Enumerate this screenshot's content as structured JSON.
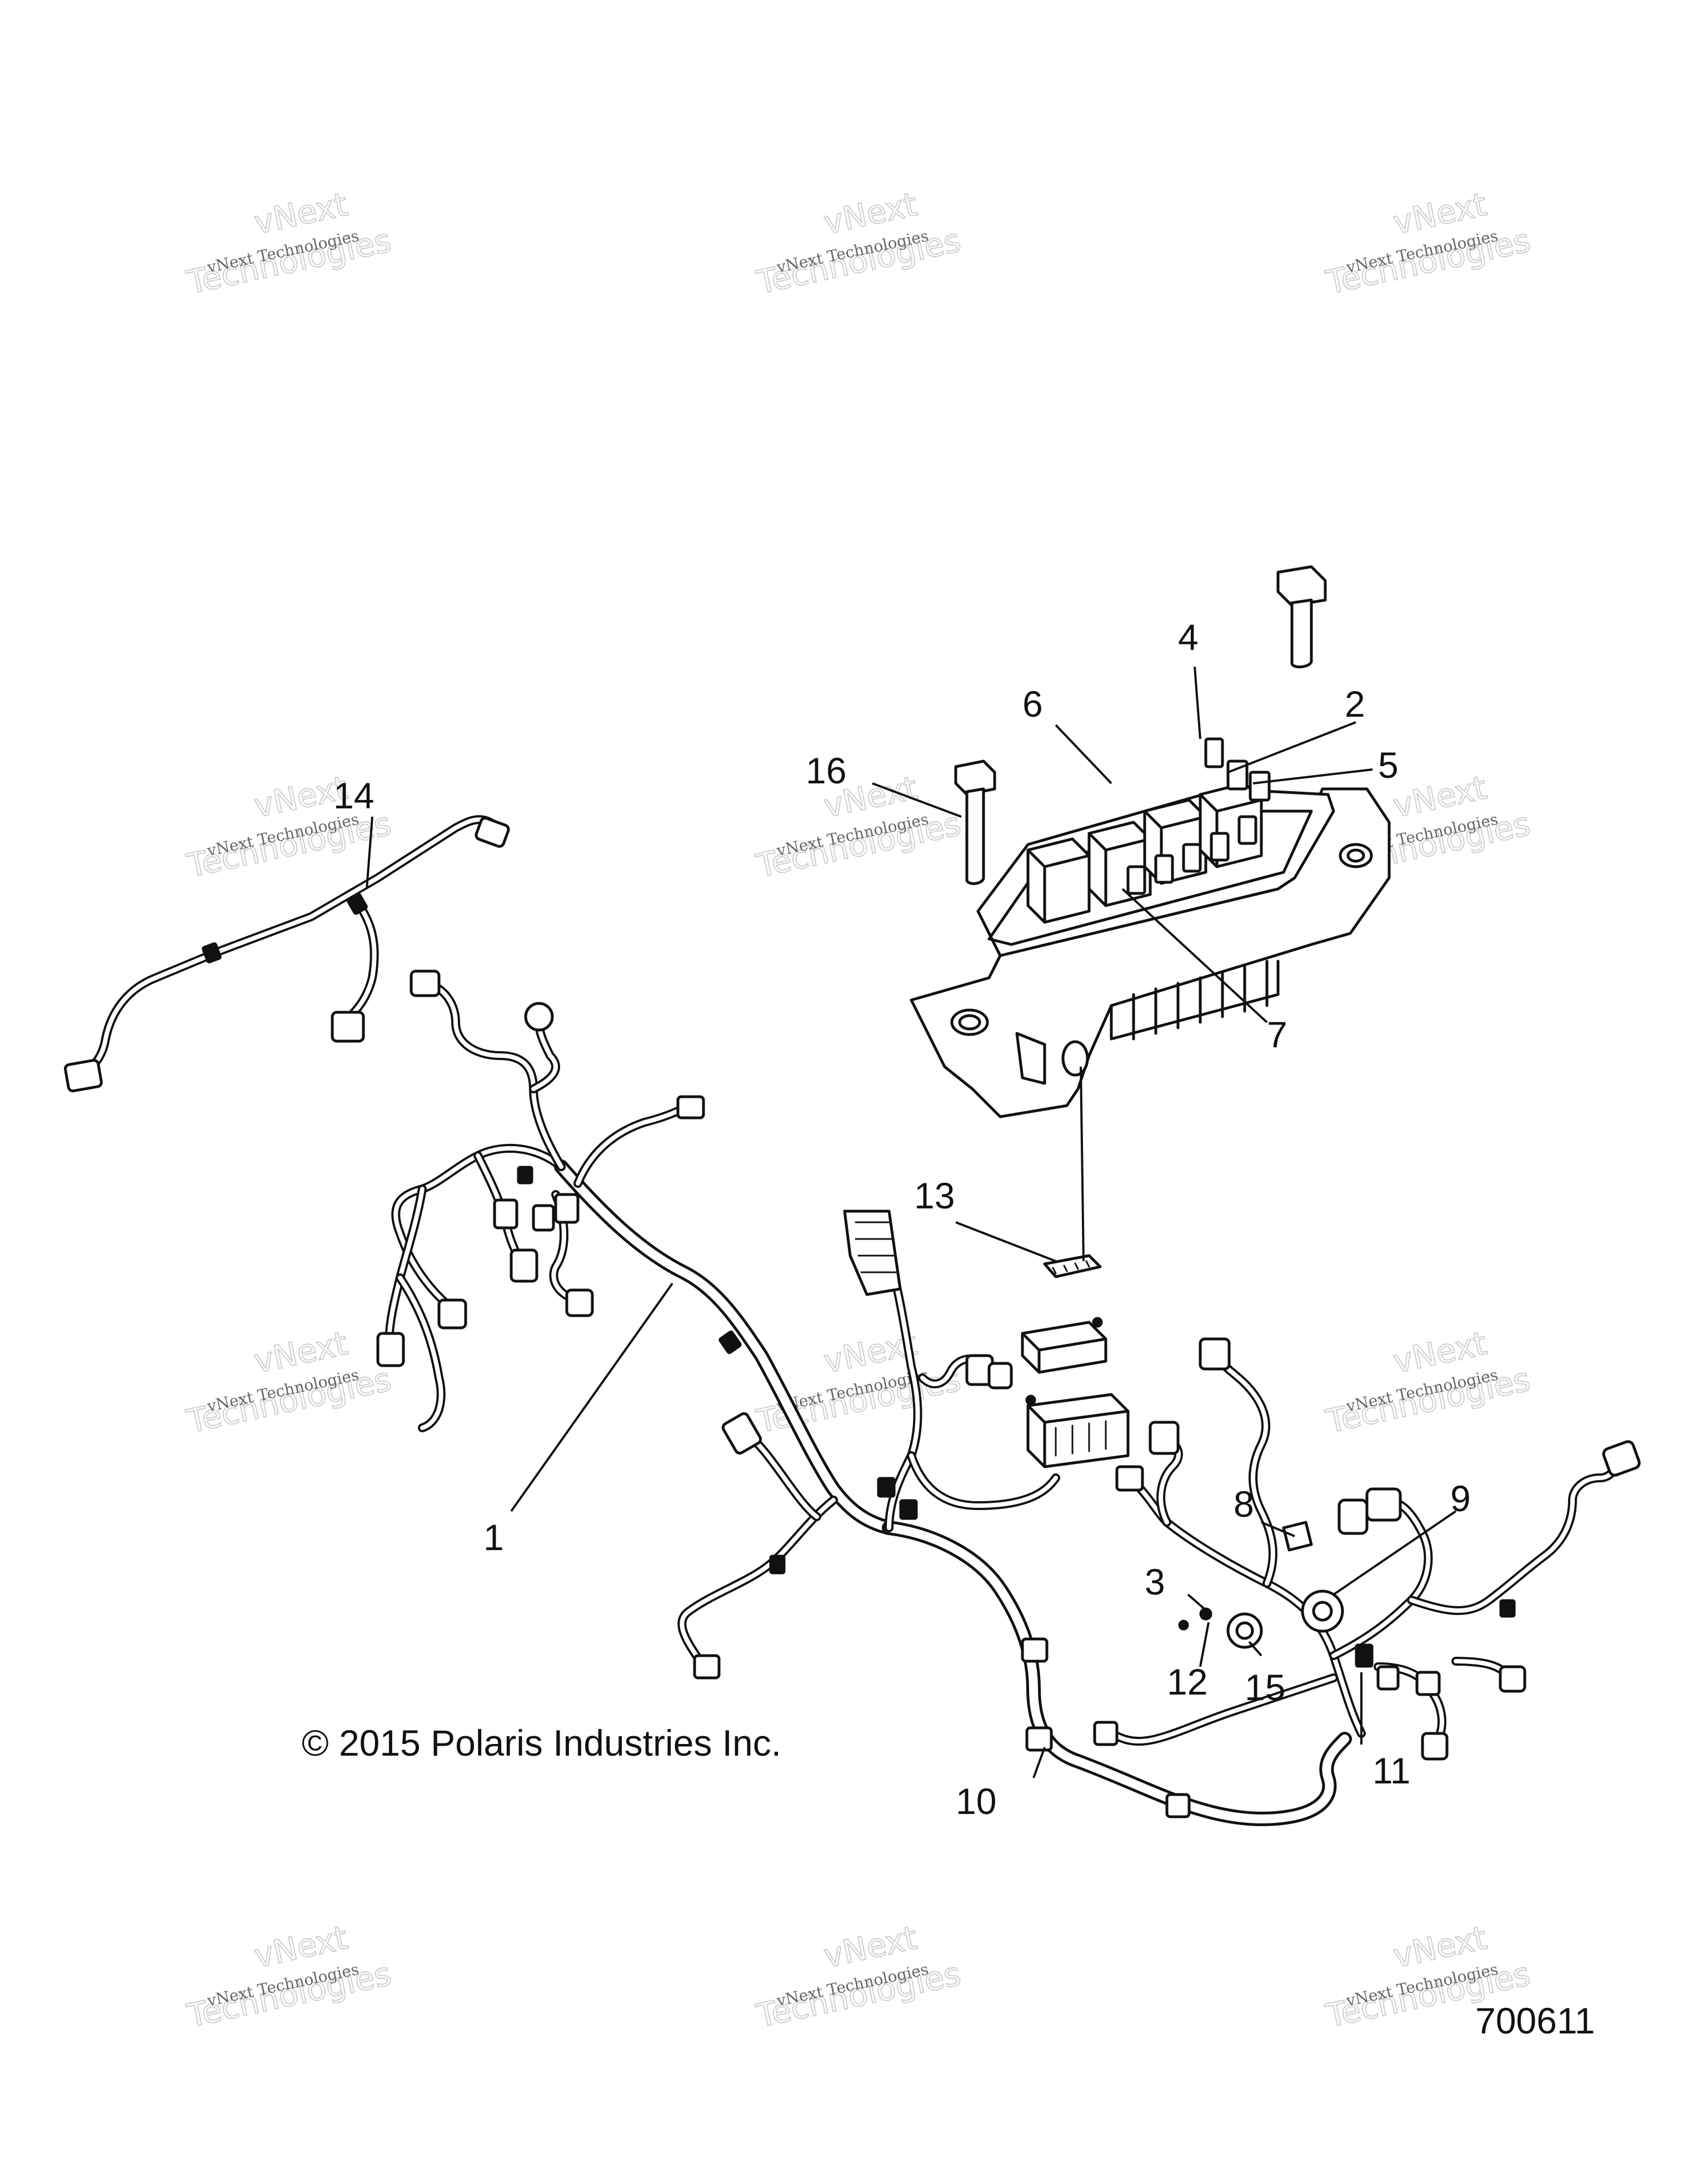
{
  "copyright": "© 2015 Polaris Industries Inc.",
  "figure_number": "700611",
  "watermark": {
    "line1": "vNext Technologies",
    "line2": "vNext",
    "line3": "Technologies"
  },
  "callouts": {
    "c1": "1",
    "c2": "2",
    "c3": "3",
    "c4": "4",
    "c5": "5",
    "c6": "6",
    "c7": "7",
    "c8": "8",
    "c9": "9",
    "c10": "10",
    "c11": "11",
    "c12": "12",
    "c13": "13",
    "c14": "14",
    "c15": "15",
    "c16": "16"
  }
}
